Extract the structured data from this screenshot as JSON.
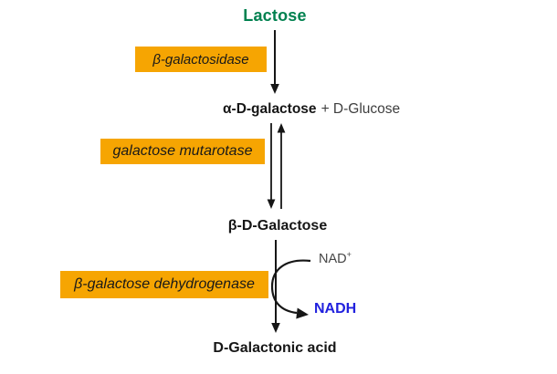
{
  "colors": {
    "enzyme_box_orange": "#F6A502",
    "substrate_green": "#00814F",
    "nadh_blue": "#2121DE",
    "arrow_black": "#161616",
    "secondary_gray": "#3E3E3E"
  },
  "pathway": {
    "substrate": "Lactose",
    "enzymes": [
      {
        "label": "β-galactosidase"
      },
      {
        "label": "galactose mutarotase"
      },
      {
        "label": "β-galactose dehydrogenase"
      }
    ],
    "intermediates": {
      "alpha_galactose": "α-D-galactose",
      "glucose_byproduct": "+ D-Glucose",
      "beta_galactose": "β-D-Galactose",
      "product": "D-Galactonic acid"
    },
    "cofactors": {
      "nad_base": "NAD",
      "nad_superscript": "+",
      "nadh": "NADH"
    }
  }
}
